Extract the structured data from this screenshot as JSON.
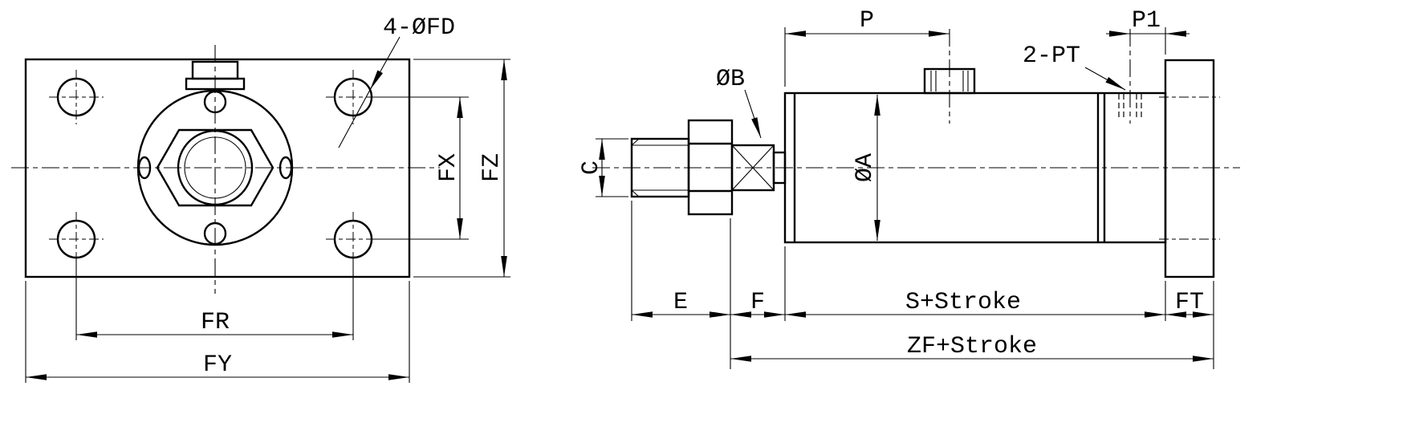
{
  "drawing": {
    "front_view": {
      "hole_callout": "4-ØFD",
      "dim_fx": "FX",
      "dim_fz": "FZ",
      "dim_fr": "FR",
      "dim_fy": "FY"
    },
    "side_view": {
      "dim_p": "P",
      "dim_p1": "P1",
      "port_callout": "2-PT",
      "dim_ob": "ØB",
      "dim_oa": "ØA",
      "dim_c": "C",
      "dim_e": "E",
      "dim_f": "F",
      "dim_s": "S+Stroke",
      "dim_ft": "FT",
      "dim_zf": "ZF+Stroke"
    },
    "colors": {
      "line": "#000000",
      "background": "#ffffff"
    }
  }
}
